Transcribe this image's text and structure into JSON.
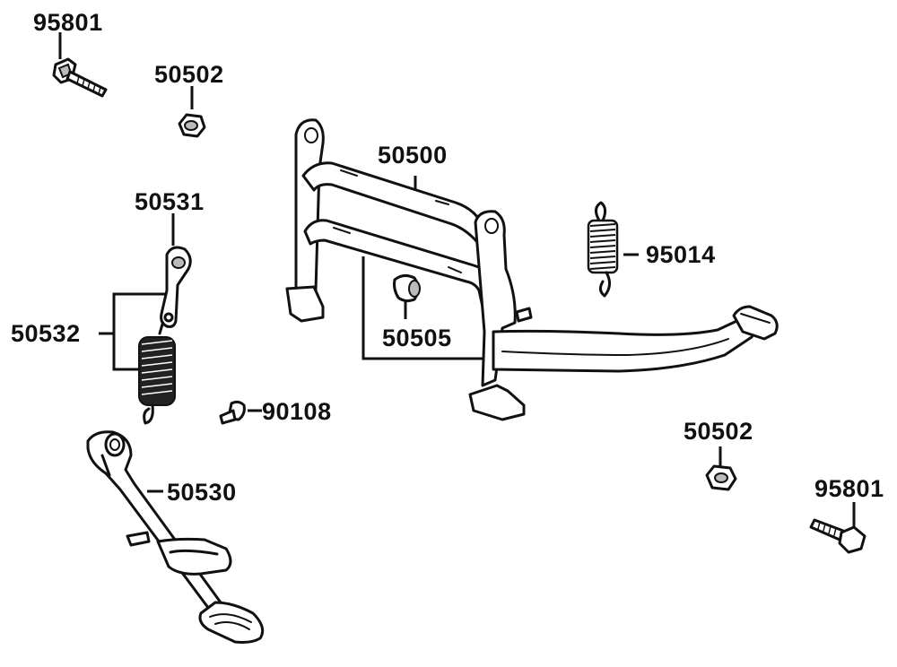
{
  "labels": {
    "bolt_top_left": "95801",
    "nut_top": "50502",
    "bracket": "50531",
    "spring_assy": "50532",
    "bolt_small": "90108",
    "side_stand": "50530",
    "main_stand": "50500",
    "bushing": "50505",
    "spring_main": "95014",
    "nut_right": "50502",
    "bolt_right": "95801"
  }
}
